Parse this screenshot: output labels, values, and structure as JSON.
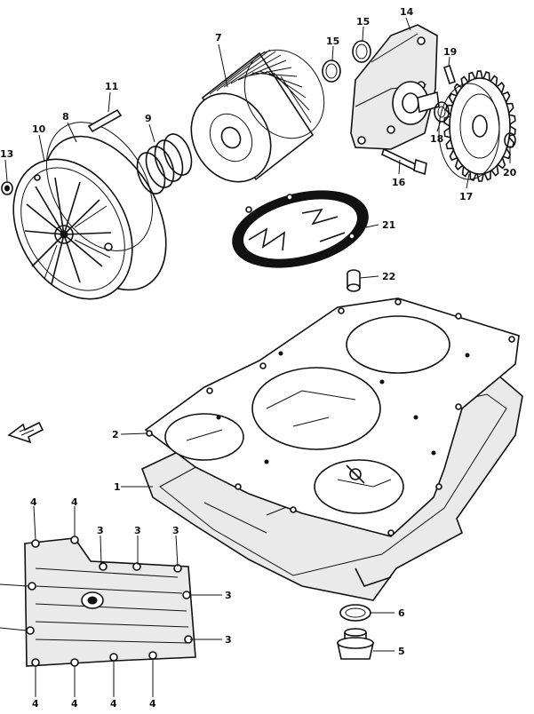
{
  "callouts": [
    {
      "id": "c1",
      "label": "1"
    },
    {
      "id": "c2",
      "label": "2"
    },
    {
      "id": "c3a",
      "label": "3"
    },
    {
      "id": "c3b",
      "label": "3"
    },
    {
      "id": "c3c",
      "label": "3"
    },
    {
      "id": "c3d",
      "label": "3"
    },
    {
      "id": "c3e",
      "label": "3"
    },
    {
      "id": "c4a",
      "label": "4"
    },
    {
      "id": "c4b",
      "label": "4"
    },
    {
      "id": "c4c",
      "label": "4"
    },
    {
      "id": "c4d",
      "label": "4"
    },
    {
      "id": "c4e",
      "label": "4"
    },
    {
      "id": "c4f",
      "label": "4"
    },
    {
      "id": "c5",
      "label": "5"
    },
    {
      "id": "c6",
      "label": "6"
    },
    {
      "id": "c7",
      "label": "7"
    },
    {
      "id": "c8",
      "label": "8"
    },
    {
      "id": "c9",
      "label": "9"
    },
    {
      "id": "c10",
      "label": "10"
    },
    {
      "id": "c11",
      "label": "11"
    },
    {
      "id": "c13",
      "label": "13"
    },
    {
      "id": "c14",
      "label": "14"
    },
    {
      "id": "c15a",
      "label": "15"
    },
    {
      "id": "c15b",
      "label": "15"
    },
    {
      "id": "c16",
      "label": "16"
    },
    {
      "id": "c17",
      "label": "17"
    },
    {
      "id": "c18",
      "label": "18"
    },
    {
      "id": "c19",
      "label": "19"
    },
    {
      "id": "c20",
      "label": "20"
    },
    {
      "id": "c21",
      "label": "21"
    },
    {
      "id": "c22",
      "label": "22"
    }
  ],
  "icons": {
    "front_arrow": "direction-arrow-icon"
  }
}
